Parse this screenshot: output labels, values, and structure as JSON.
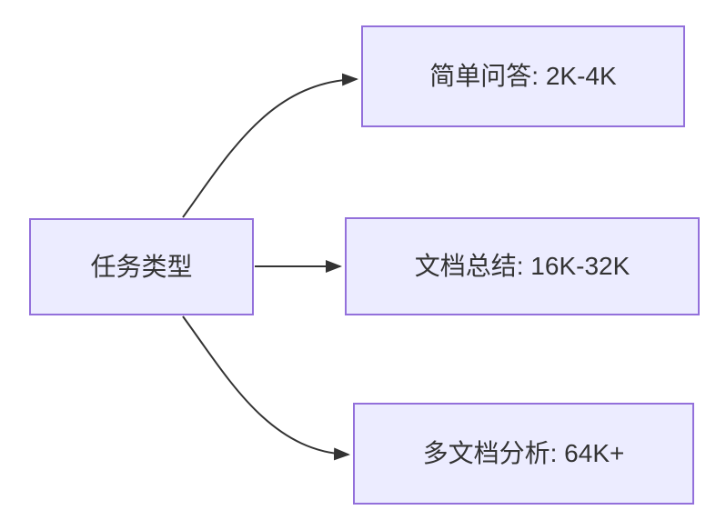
{
  "diagram": {
    "type": "flowchart-left-to-right",
    "style": {
      "node_fill": "#ECECFF",
      "node_border": "#9370DB",
      "edge_color": "#333333",
      "text_color": "#333333",
      "background": "#FFFFFF"
    },
    "nodes": [
      {
        "id": "task-type",
        "role": "root",
        "label": "任务类型"
      },
      {
        "id": "simple-qa",
        "role": "leaf",
        "label": "简单问答: 2K-4K"
      },
      {
        "id": "doc-summary",
        "role": "leaf",
        "label": "文档总结: 16K-32K"
      },
      {
        "id": "multi-doc",
        "role": "leaf",
        "label": "多文档分析: 64K+"
      }
    ],
    "edges": [
      {
        "from": "task-type",
        "to": "simple-qa",
        "arrow": "filled-triangle"
      },
      {
        "from": "task-type",
        "to": "doc-summary",
        "arrow": "filled-triangle"
      },
      {
        "from": "task-type",
        "to": "multi-doc",
        "arrow": "filled-triangle"
      }
    ]
  }
}
